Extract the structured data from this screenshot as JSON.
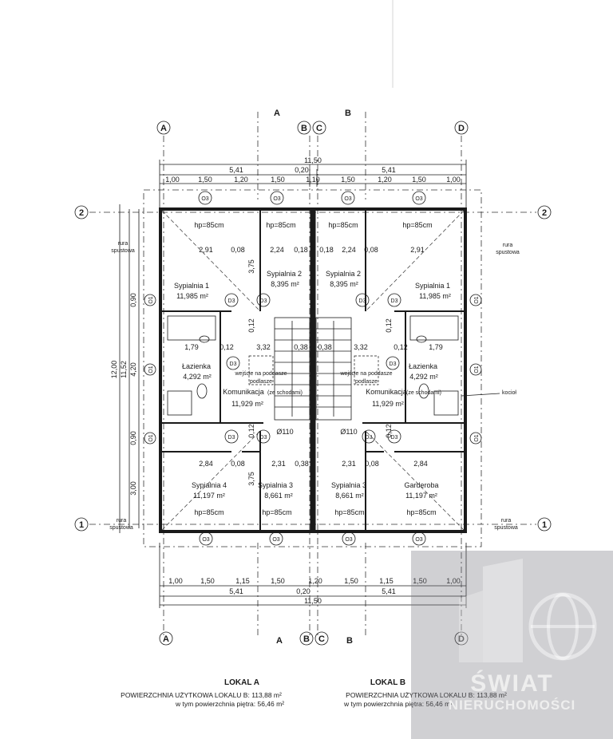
{
  "axes": {
    "A": "A",
    "B": "B",
    "C": "C",
    "D": "D",
    "one": "1",
    "two": "2",
    "section_A": "A",
    "section_B": "B"
  },
  "dims": {
    "total": "11,50",
    "half": "5,41",
    "mid": "0,20",
    "top_segments": [
      "1,00",
      "1,50",
      "1,20",
      "1,50",
      "1,10",
      "1,50",
      "1,20",
      "1,50",
      "1,00"
    ],
    "bottom_segments": [
      "1,00",
      "1,50",
      "1,15",
      "1,50",
      "1,20",
      "1,50",
      "1,15",
      "1,50",
      "1,00"
    ],
    "left_vertical": [
      "12,00",
      "11,52",
      "4,20",
      "0,90",
      "0,90",
      "3,00"
    ],
    "inner": [
      "2,91",
      "0,08",
      "2,24",
      "0,18",
      "0,18",
      "2,24",
      "0,08",
      "2,91",
      "3,75",
      "3,75",
      "0,12",
      "0,12",
      "1,79",
      "0,12",
      "1,79",
      "0,12",
      "3,32",
      "3,32",
      "0,38",
      "0,38",
      "2,84",
      "0,08",
      "2,31",
      "0,38",
      "2,31",
      "0,08",
      "2,84",
      "0,12",
      "0,12"
    ]
  },
  "windows": {
    "O3": "O3",
    "O1": "O1",
    "D3": "D3"
  },
  "rooms": {
    "hp": "hp=85cm",
    "sypialnia1": "Sypialnia 1",
    "sypialnia1_area": "11,985 m²",
    "sypialnia2": "Sypialnia 2",
    "sypialnia2_area": "8,395 m²",
    "lazienka": "Łazienka",
    "lazienka_area": "4,292 m²",
    "komunikacja": "Komunikacja",
    "komunikacja_area": "11,929 m²",
    "sypialnia4": "Sypialnia 4",
    "sypialnia4_area": "11,197 m²",
    "sypialnia3": "Sypialnia 3",
    "sypialnia3_area": "8,661 m²",
    "garderoba": "Garderoba",
    "garderoba_area": "11,197 m²",
    "schody_note": "(ze schodami)",
    "podlasze": "podlasze",
    "wejscie": "wejście na poddasze",
    "pipe": "Ø110",
    "kociol": "kocioł",
    "rura": "rura",
    "spustowa": "spustowa"
  },
  "legend": {
    "lokal_a": {
      "title": "LOKAL A",
      "line1": "POWIERZCHNIA UŻYTKOWA LOKALU B: 113,88 m²",
      "line2": "w tym powierzchnia piętra: 56,46 m²"
    },
    "lokal_b": {
      "title": "LOKAL B",
      "line1": "POWIERZCHNIA UŻYTKOWA LOKALU B: 113,88 m²",
      "line2": "w tym powierzchnia piętra: 56,46 m²"
    }
  },
  "watermark": {
    "line1": "ŚWIAT",
    "line2": "NIERUCHOMOŚCI"
  }
}
